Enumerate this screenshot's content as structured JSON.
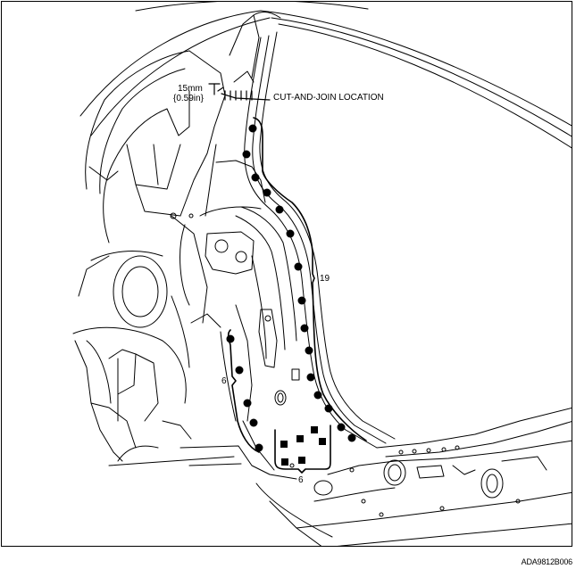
{
  "callouts": {
    "dimension_mm": "15mm",
    "dimension_in": "{0.59in}",
    "cut_join": "CUT-AND-JOIN LOCATION",
    "count_pillar": "19",
    "count_left": "6",
    "count_bottom": "6"
  },
  "figure_code": "ADA9812B006",
  "colors": {
    "line": "#000000",
    "background": "#ffffff"
  }
}
